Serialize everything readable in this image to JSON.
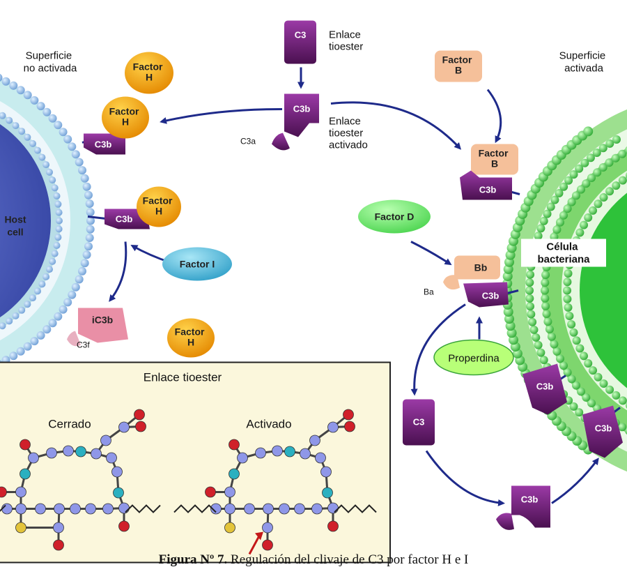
{
  "labels": {
    "c3_top": "C3",
    "enlace_tioester": "Enlace tioester",
    "enlace_tioester_activado": "Enlace tioester activado",
    "superficie_no_activada": "Superficie no activada",
    "superficie_activada": "Superficie activada",
    "host_cell": "Host cell",
    "celula_bacteriana": "Célula bacteriana",
    "factor_h": "Factor H",
    "factor_b": "Factor B",
    "factor_d": "Factor D",
    "factor_i": "Factor I",
    "c3b": "C3b",
    "c3a": "C3a",
    "ic3b": "iC3b",
    "c3f": "C3f",
    "bb": "Bb",
    "ba": "Ba",
    "properdina": "Properdina",
    "c3": "C3"
  },
  "inset": {
    "title": "Enlace tioester",
    "cerrado": "Cerrado",
    "activado": "Activado"
  },
  "caption": {
    "bold": "Figura Nº 7.",
    "text": " Regulación del clivaje de C3 por factor H e I"
  },
  "colors": {
    "factor_h": "#f0a300",
    "factor_b": "#f5c09a",
    "factor_d": "#6ee86a",
    "factor_i": "#3fb3d6",
    "c3b": "#7a2a86",
    "ic3b": "#e98fa6",
    "arrow": "#1e2a8a",
    "host_membrane": "#88b8e8",
    "bacteria_membrane": "#2ec23a"
  }
}
